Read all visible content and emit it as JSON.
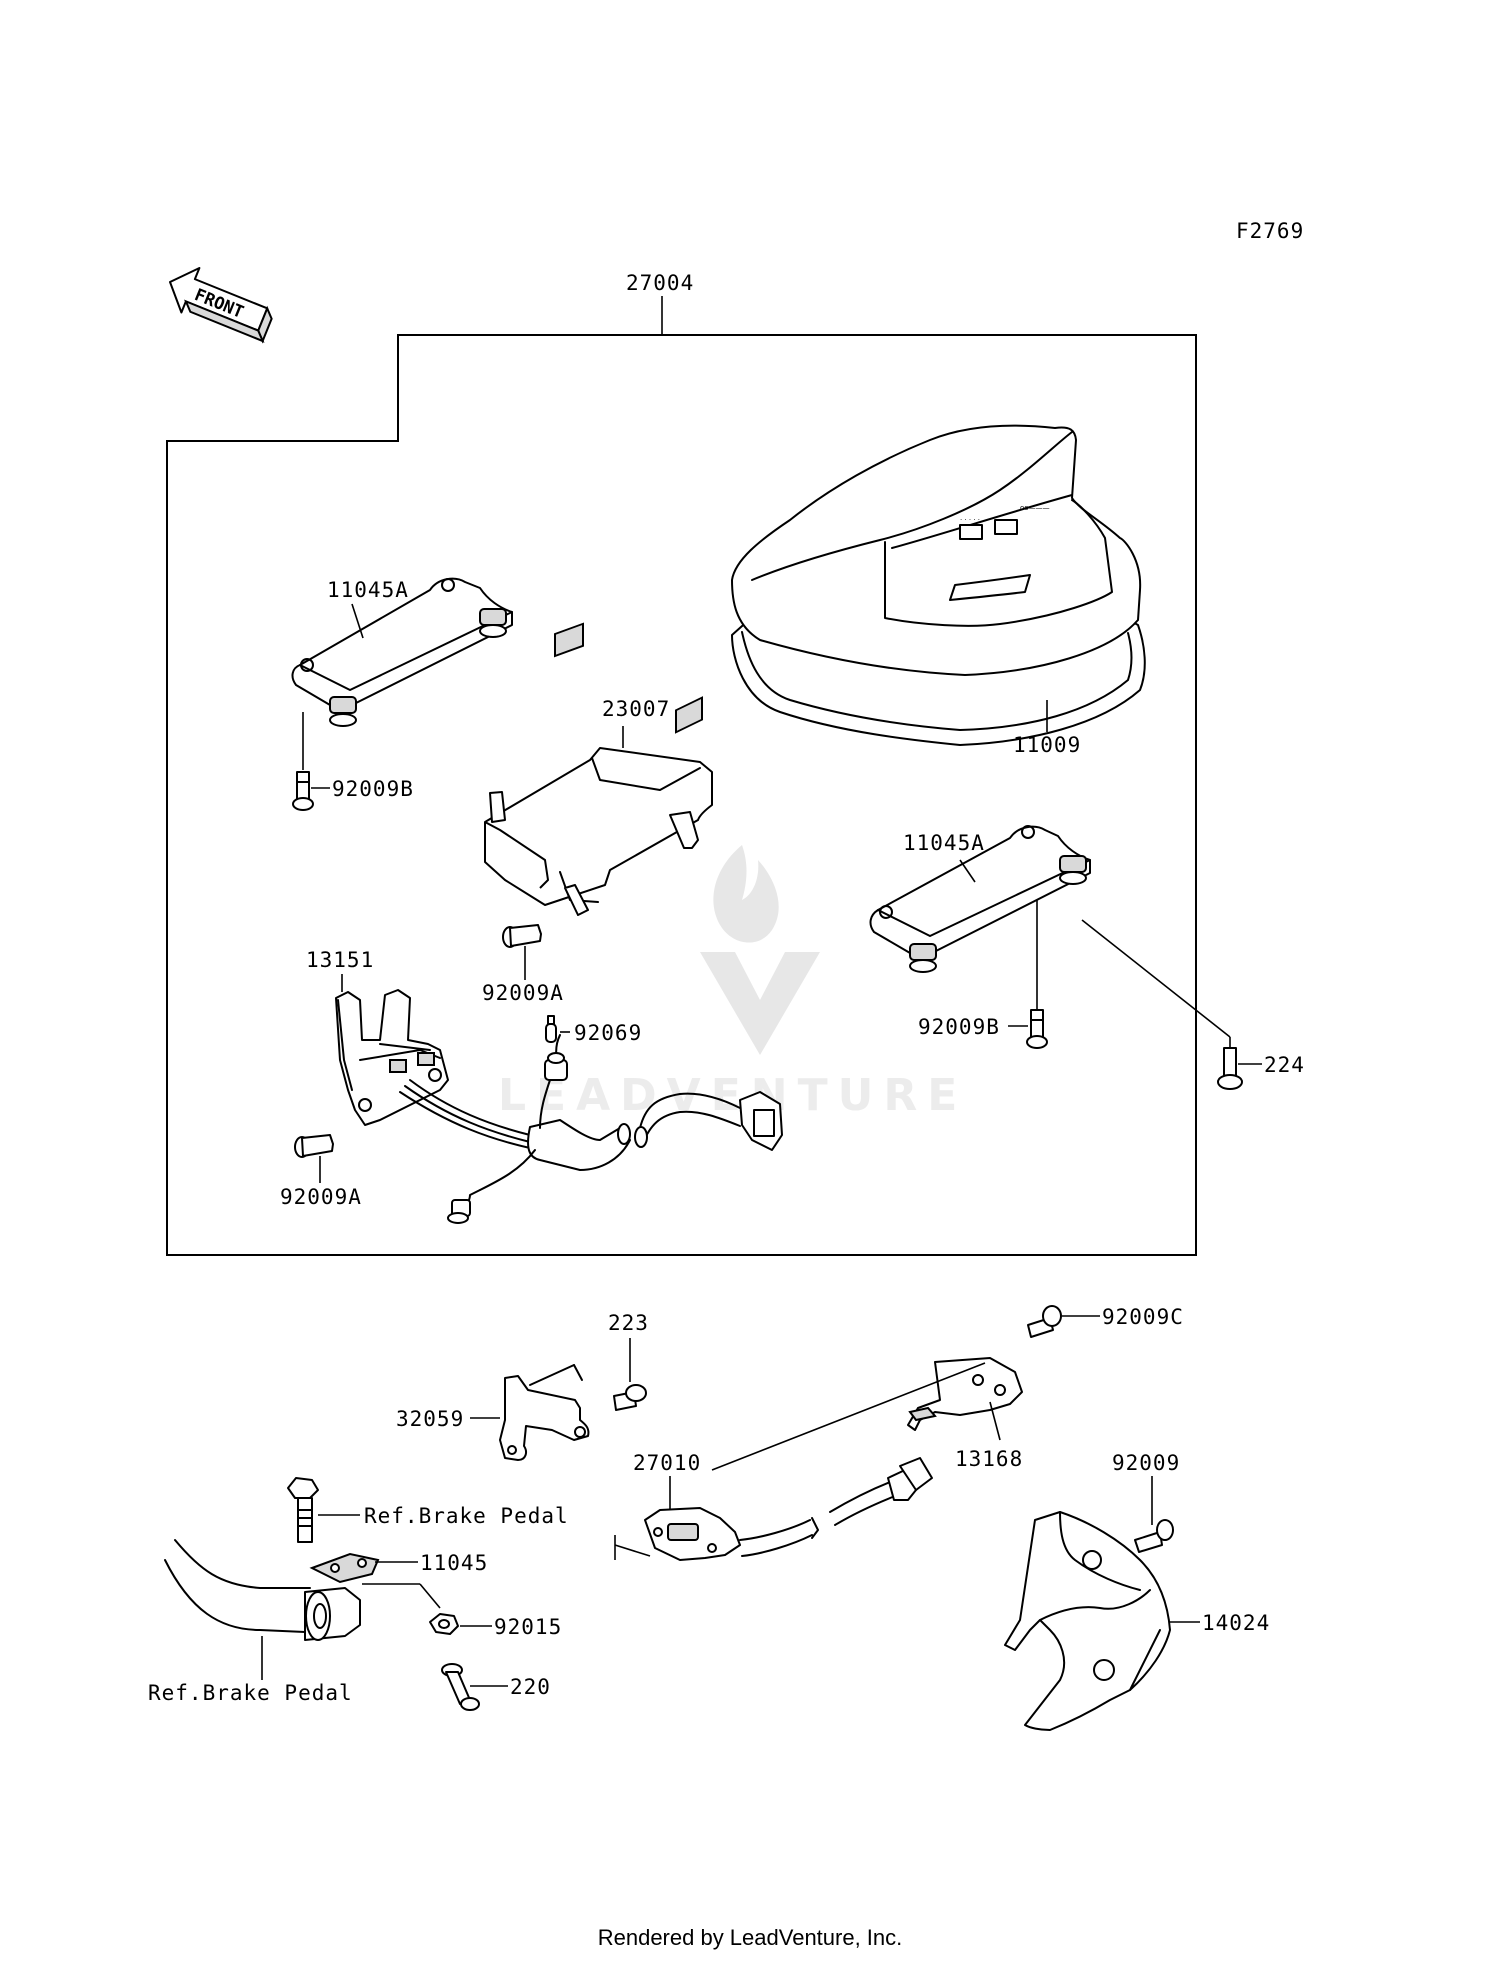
{
  "diagram": {
    "code": "F2769",
    "front_arrow_text": "FRONT",
    "labels": {
      "p27004": "27004",
      "p11045a_top": "11045A",
      "p92009b_top": "92009B",
      "p23007": "23007",
      "p11009": "11009",
      "p11045a_mid": "11045A",
      "p13151": "13151",
      "p92009a_mid": "92009A",
      "p92069": "92069",
      "p92009b_mid": "92009B",
      "p224": "224",
      "p92009a_low": "92009A",
      "p223": "223",
      "p92009c": "92009C",
      "p32059": "32059",
      "p27010": "27010",
      "p13168": "13168",
      "p92009": "92009",
      "ref_brake_pedal_1": "Ref.Brake Pedal",
      "p11045": "11045",
      "p92015": "92015",
      "p220": "220",
      "ref_brake_pedal_2": "Ref.Brake Pedal",
      "p14024": "14024"
    },
    "watermark": "LEADVENTURE"
  },
  "footer": "Rendered by LeadVenture, Inc."
}
